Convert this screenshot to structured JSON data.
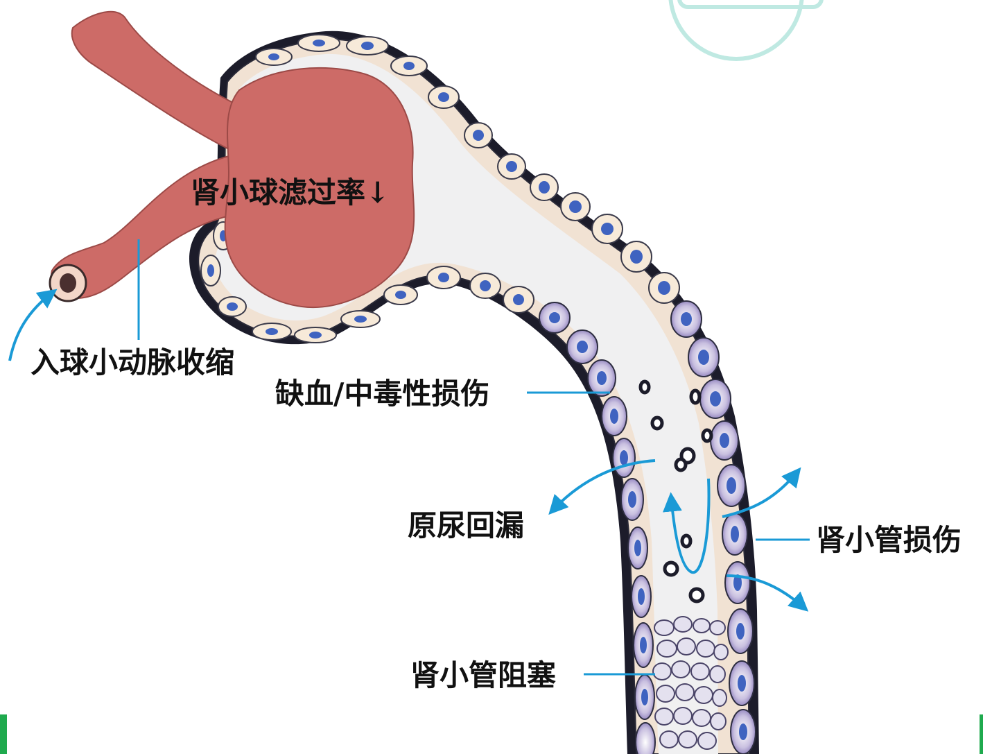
{
  "labels": {
    "gfr": "肾小球滤过率↓",
    "afferent": "入球小动脉收缩",
    "ischemia": "缺血/中毒性损伤",
    "backleak": "原尿回漏",
    "tubule_injury": "肾小管损伤",
    "obstruction": "肾小管阻塞"
  },
  "colors": {
    "artery": "#cd6b67",
    "lumen": "#f0f0f1",
    "cell": "#f4e4d6",
    "nucleus": "#3f63c0",
    "injured_cell": "#8a79b8",
    "arrow": "#1a9ad6",
    "leader": "#1a9ad6",
    "watermark": "#bfe9e2",
    "corner_bar": "#1faa4e"
  }
}
